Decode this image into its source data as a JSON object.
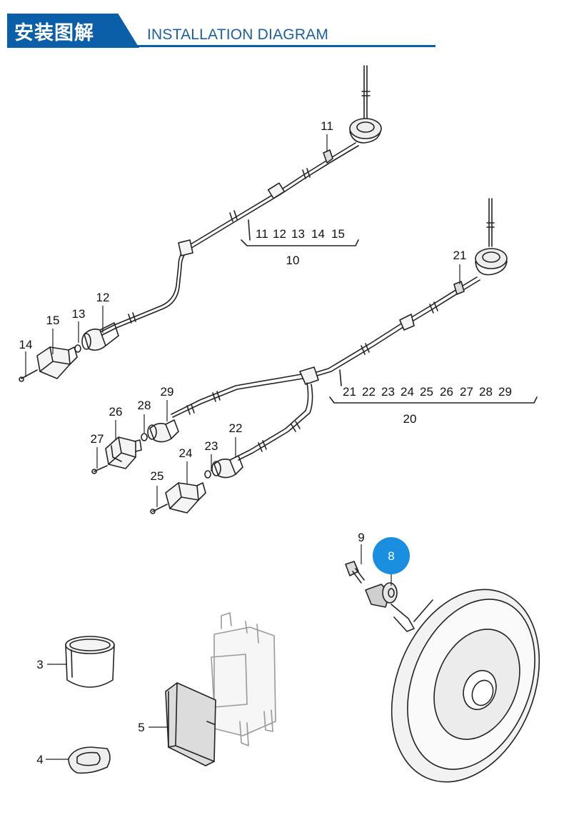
{
  "header": {
    "title_cn": "安装图解",
    "title_en": "INSTALLATION DIAGRAM"
  },
  "colors": {
    "accent": "#0b5ea8",
    "highlight": "#1a8fe0",
    "line": "#222222"
  },
  "group_10": {
    "numbers": [
      "11",
      "12",
      "13",
      "14",
      "15"
    ],
    "total": "10"
  },
  "group_20": {
    "numbers": [
      "21",
      "22",
      "23",
      "24",
      "25",
      "26",
      "27",
      "28",
      "29"
    ],
    "total": "20"
  },
  "labels": {
    "p11": "11",
    "p12": "12",
    "p13": "13",
    "p14": "14",
    "p15": "15",
    "p21": "21",
    "p22": "22",
    "p23": "23",
    "p24": "24",
    "p25": "25",
    "p26": "26",
    "p27": "27",
    "p28": "28",
    "p29": "29",
    "p9": "9",
    "p8": "8",
    "p3": "3",
    "p5": "5",
    "p4": "4"
  }
}
